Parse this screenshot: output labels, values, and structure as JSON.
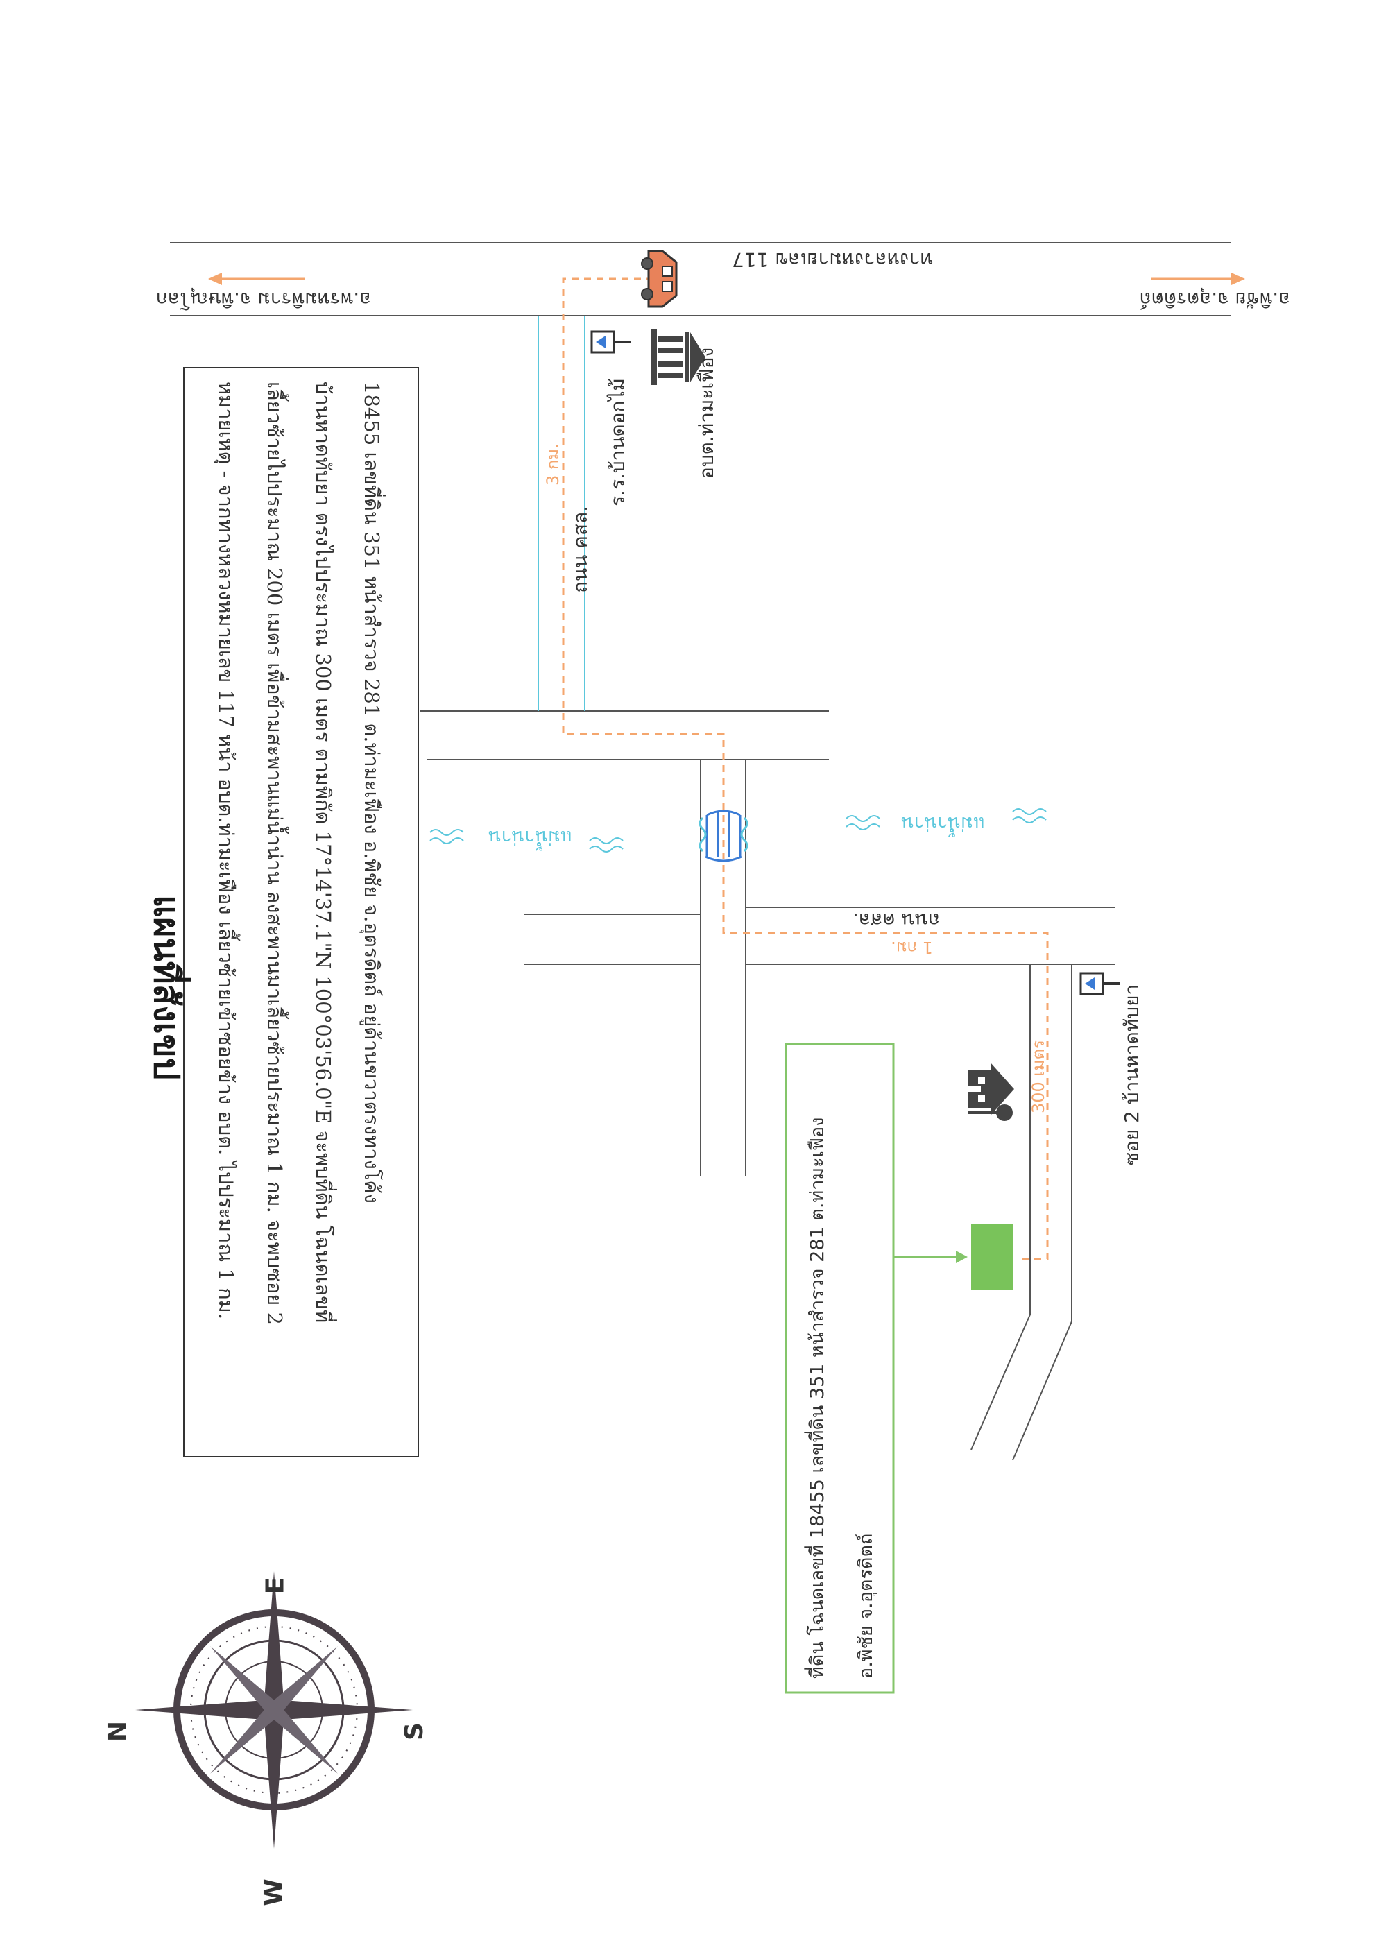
{
  "title": "แผนที่สังเขป",
  "note_lines": [
    "หมายเหตุ - จากทางหลวงหมายเลข 117 หน้า อบต.ท่ามะเฟือง เลี้ยวซ้ายเข้าซอยข้าง อบต. ไปประมาณ 1 กม.",
    "เลี้ยวซ้ายไปประมาณ 200 เมตร เพื่อข้ามสะพานแม่น้ำน่าน ลงสะพานมาเลี้ยวซ้ายประมาณ 1 กม. จะพบซอย 2",
    "บ้านหาดทับยา ตรงไปประมาณ 300 เมตร ตามพิกัด 17°14'37.1\"N 100°03'56.0\"E จะพบที่ดิน โฉนดเลขที่",
    "18455 เลขที่ดิน 351 หน้าสำรวจ 281 ต.ท่ามะเฟือง อ.พิชัย จ.อุตรดิตถ์ อยู่ด้านขวาตรงทางโค้ง"
  ],
  "compass": {
    "n": "N",
    "e": "E",
    "s": "S",
    "w": "W"
  },
  "highway": {
    "name": "ทางหลวงหมายเลข 117",
    "dir_left": "อ.พรหมพิราม จ.พิษณุโลก",
    "dir_right": "อ.พิชัย จ.อุตรดิตถ์"
  },
  "places": {
    "school": "ร.ร.บ้านดอกไม้",
    "office": "อบต.ท่ามะเฟือง",
    "road_kor": "ถนน คสล.",
    "road_kor_2": "ถนน คสล.",
    "river_1": "แม่น้ำน่าน",
    "river_2": "แม่น้ำน่าน",
    "soi": "ซอย 2 บ้านหาดทับยา"
  },
  "distances": {
    "d1": "3 กม.",
    "d2": "1 กม.",
    "d3": "300 เมตร"
  },
  "land": {
    "line1": "ที่ดิน โฉนดเลขที่ 18455 เลขที่ดิน 351 หน้าสำรวจ 281 ต.ท่ามะเฟือง",
    "line2": "อ.พิชัย จ.อุตรดิตถ์"
  },
  "colors": {
    "road": "#555555",
    "route": "#f4a66e",
    "water": "#5bc7dc",
    "land_fill": "#79c35a",
    "land_border": "#84c56a",
    "car": "#e8825a",
    "sign": "#3a7bd5"
  },
  "icons": [
    "compass-rose-icon",
    "car-icon",
    "government-building-icon",
    "school-sign-icon",
    "house-icon",
    "village-sign-icon",
    "bridge-icon"
  ]
}
